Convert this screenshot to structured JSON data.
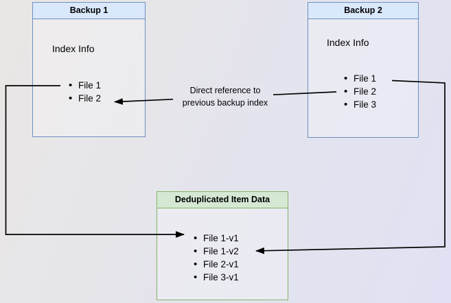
{
  "colors": {
    "background_start": "#e9e7e4",
    "background_end": "#e0e1f3",
    "blue_header_fill": "#dae8fc",
    "blue_border": "#6c8ebf",
    "green_header_fill": "#d5e8d4",
    "green_border": "#82b366",
    "arrow": "#000000"
  },
  "boxes": {
    "backup1": {
      "title": "Backup 1",
      "section_label": "Index Info",
      "items": [
        "File 1",
        "File 2"
      ]
    },
    "backup2": {
      "title": "Backup 2",
      "section_label": "Index Info",
      "items": [
        "File 1",
        "File 2",
        "File 3"
      ]
    },
    "dedup": {
      "title": "Deduplicated Item Data",
      "items": [
        "File 1-v1",
        "File 1-v2",
        "File 2-v1",
        "File 3-v1"
      ]
    }
  },
  "edge_label": {
    "line1": "Direct reference to",
    "line2": "previous backup index"
  }
}
